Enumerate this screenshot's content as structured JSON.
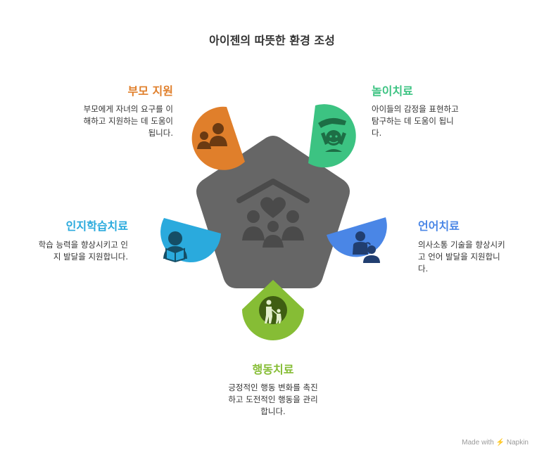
{
  "title": "아이젠의 따뜻한 환경 조성",
  "colors": {
    "center": "#666666",
    "parent": "#e07f2b",
    "play": "#3cc382",
    "speech": "#4a86e6",
    "behavior": "#86bd35",
    "cognitive": "#2aaadd"
  },
  "sections": [
    {
      "id": "parent",
      "heading": "부모 지원",
      "lines": [
        "부모에게 자녀의 요구를 이",
        "해하고 지원하는 데 도움이",
        "됩니다."
      ],
      "icon": "parent-child-icon"
    },
    {
      "id": "play",
      "heading": "놀이치료",
      "lines": [
        "아이들의 감정을 표현하고",
        "탐구하는 데 도움이 됩니",
        "다."
      ],
      "icon": "hand-over-child-icon"
    },
    {
      "id": "speech",
      "heading": "언어치료",
      "lines": [
        "의사소통 기술을 향상시키",
        "고 언어 발달을 지원합니",
        "다."
      ],
      "icon": "speaking-people-icon"
    },
    {
      "id": "behavior",
      "heading": "행동치료",
      "lines": [
        "긍정적인 행동 변화를 촉진",
        "하고 도전적인 행동을 관리",
        "합니다."
      ],
      "icon": "adult-walking-child-icon"
    },
    {
      "id": "cognitive",
      "heading": "인지학습치료",
      "lines": [
        "학습 능력을 향상시키고 인",
        "지 발달을 지원합니다."
      ],
      "icon": "child-reading-icon"
    }
  ],
  "center_icon": "family-home-icon",
  "watermark": "Made with ⚡ Napkin"
}
